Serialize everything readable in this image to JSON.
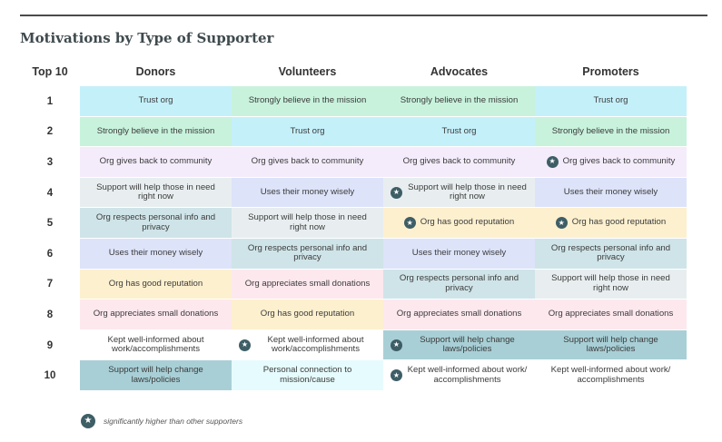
{
  "title": "Motivations by Type of Supporter",
  "star_color": "#3e5e66",
  "legend": {
    "text": "significantly higher than other supporters",
    "icon": "star-badge-icon"
  },
  "chart_data": {
    "type": "table",
    "title": "Motivations by Type of Supporter",
    "row_header": "Top 10",
    "columns": [
      "Donors",
      "Volunteers",
      "Advocates",
      "Promoters"
    ],
    "ranks": [
      "1",
      "2",
      "3",
      "4",
      "5",
      "6",
      "7",
      "8",
      "9",
      "10"
    ],
    "cells": [
      [
        {
          "text": "Trust org",
          "color": "#c4f0fa",
          "star": false
        },
        {
          "text": "Strongly believe in the mission",
          "color": "#c8f2dc",
          "star": false
        },
        {
          "text": "Strongly believe in the mission",
          "color": "#c8f2dc",
          "star": false
        },
        {
          "text": "Trust org",
          "color": "#c4f0fa",
          "star": false
        }
      ],
      [
        {
          "text": "Strongly believe in the mission",
          "color": "#c8f2dc",
          "star": false
        },
        {
          "text": "Trust org",
          "color": "#c4f0fa",
          "star": false
        },
        {
          "text": "Trust org",
          "color": "#c4f0fa",
          "star": false
        },
        {
          "text": "Strongly believe in the mission",
          "color": "#c8f2dc",
          "star": false
        }
      ],
      [
        {
          "text": "Org gives back to community",
          "color": "#f4ecfb",
          "star": false
        },
        {
          "text": "Org gives back to community",
          "color": "#f4ecfb",
          "star": false
        },
        {
          "text": "Org gives back to community",
          "color": "#f4ecfb",
          "star": false
        },
        {
          "text": "Org gives back to community",
          "color": "#f4ecfb",
          "star": true
        }
      ],
      [
        {
          "text": "Support will help those in need right now",
          "color": "#e8eeef",
          "star": false
        },
        {
          "text": "Uses their money wisely",
          "color": "#dde3f9",
          "star": false
        },
        {
          "text": "Support will help those in need right now",
          "color": "#e8eeef",
          "star": true
        },
        {
          "text": "Uses their money wisely",
          "color": "#dde3f9",
          "star": false
        }
      ],
      [
        {
          "text": "Org respects personal info and privacy",
          "color": "#cfe4e8",
          "star": false
        },
        {
          "text": "Support will help those in need right now",
          "color": "#e8eeef",
          "star": false
        },
        {
          "text": "Org has good reputation",
          "color": "#fdf0cf",
          "star": true
        },
        {
          "text": "Org has good reputation",
          "color": "#fdf0cf",
          "star": true
        }
      ],
      [
        {
          "text": "Uses their money wisely",
          "color": "#dde3f9",
          "star": false
        },
        {
          "text": "Org respects personal info and privacy",
          "color": "#cfe4e8",
          "star": false
        },
        {
          "text": "Uses their money wisely",
          "color": "#dde3f9",
          "star": false
        },
        {
          "text": "Org respects personal info and privacy",
          "color": "#cfe4e8",
          "star": false
        }
      ],
      [
        {
          "text": "Org has good reputation",
          "color": "#fdf0cf",
          "star": false
        },
        {
          "text": "Org appreciates small donations",
          "color": "#fde8ee",
          "star": false
        },
        {
          "text": "Org respects personal info and privacy",
          "color": "#cfe4e8",
          "star": false
        },
        {
          "text": "Support will help those in need right now",
          "color": "#e8eeef",
          "star": false
        }
      ],
      [
        {
          "text": "Org appreciates small donations",
          "color": "#fde8ee",
          "star": false
        },
        {
          "text": "Org has good reputation",
          "color": "#fdf0cf",
          "star": false
        },
        {
          "text": "Org appreciates small donations",
          "color": "#fde8ee",
          "star": false
        },
        {
          "text": "Org appreciates small donations",
          "color": "#fde8ee",
          "star": false
        }
      ],
      [
        {
          "text": "Kept well-informed about work/accomplishments",
          "color": "#ffffff",
          "star": false
        },
        {
          "text": "Kept well-informed about work/accomplishments",
          "color": "#ffffff",
          "star": true
        },
        {
          "text": "Support will help change laws/policies",
          "color": "#a8cfd6",
          "star": true
        },
        {
          "text": "Support will help change laws/policies",
          "color": "#a8cfd6",
          "star": false
        }
      ],
      [
        {
          "text": "Support will help change laws/policies",
          "color": "#a8cfd6",
          "star": false
        },
        {
          "text": "Personal connection to mission/cause",
          "color": "#e6fbfd",
          "star": false
        },
        {
          "text": "Kept well-informed about work/ accomplishments",
          "color": "#ffffff",
          "star": true
        },
        {
          "text": "Kept well-informed about work/ accomplishments",
          "color": "#ffffff",
          "star": false
        }
      ]
    ]
  }
}
